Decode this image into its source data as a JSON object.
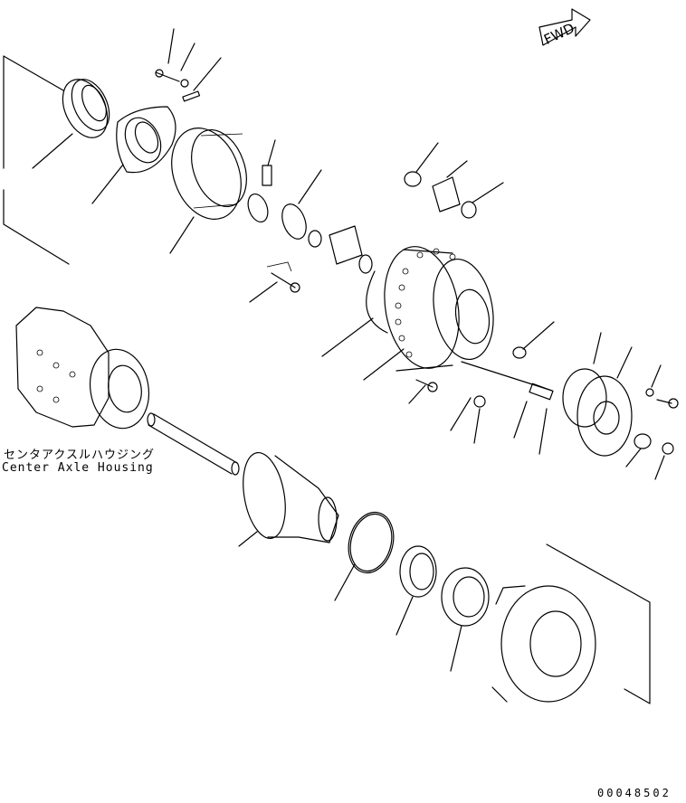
{
  "labels": {
    "center_axle_housing_jp": "センタアクスルハウジング",
    "center_axle_housing_en": "Center Axle Housing",
    "fwd": "FWD"
  },
  "figure_code": "00048502",
  "icons": {
    "fwd_arrow": "fwd-arrow-icon"
  }
}
